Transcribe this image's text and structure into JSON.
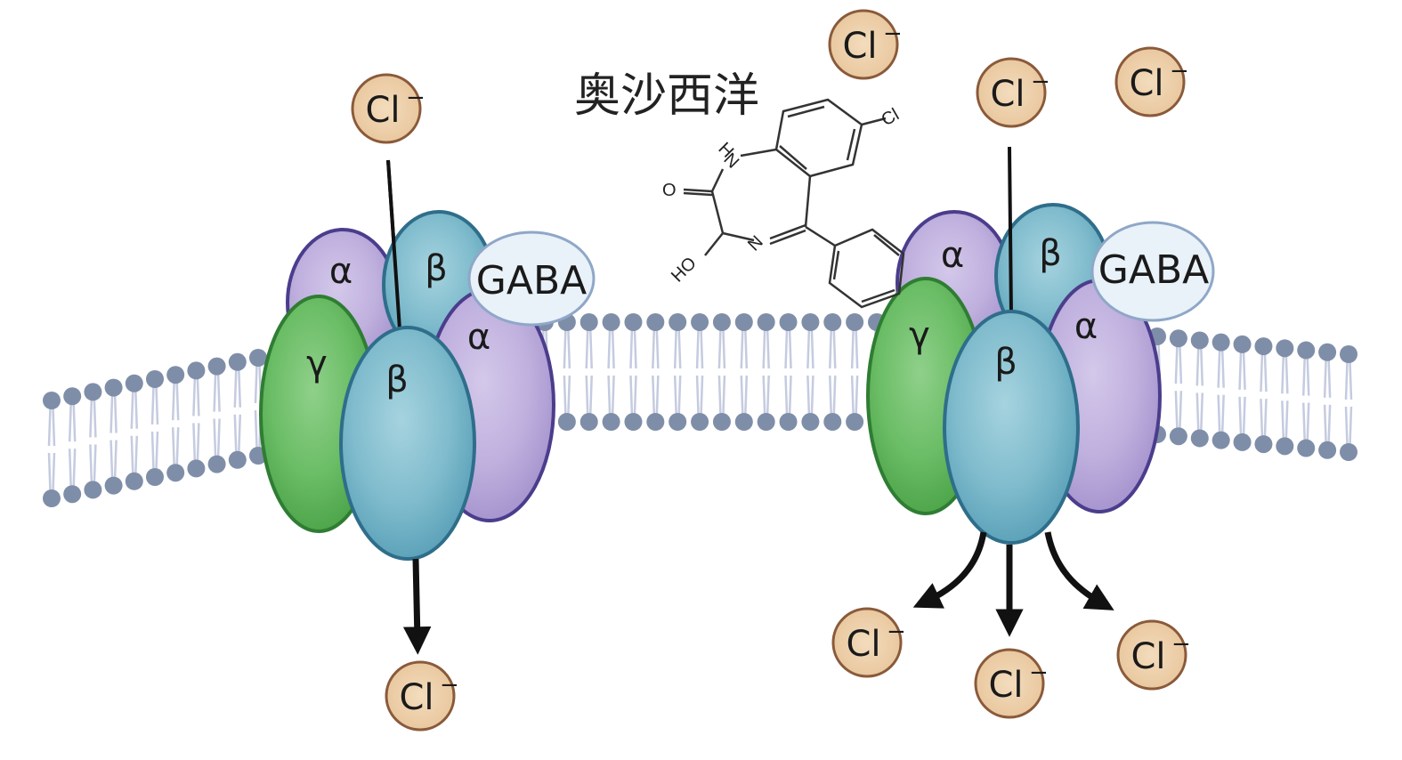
{
  "drug": {
    "name": "奥沙西洋",
    "atoms": {
      "h": "H",
      "n1": "N",
      "o": "O",
      "n2": "N",
      "ho": "HO",
      "cl": "Cl"
    }
  },
  "ion_label": "Cl",
  "ion_charge": "−",
  "receptor_left": {
    "subunits": {
      "alpha_top": "α",
      "beta_top": "β",
      "gamma": "γ",
      "beta_front": "β",
      "alpha_right": "α"
    },
    "ligand": "GABA",
    "state": "GABA only — single Cl⁻ flow"
  },
  "receptor_right": {
    "subunits": {
      "alpha_top": "α",
      "beta_top": "β",
      "gamma": "γ",
      "beta_front": "β",
      "alpha_right": "α"
    },
    "ligand": "GABA",
    "state": "GABA + 奥沙西洋 — enhanced Cl⁻ flow"
  },
  "colors": {
    "alpha": "#b9a7d8",
    "alpha_border": "#4b3d8c",
    "beta": "#6fb0c4",
    "beta_border": "#2f6e8a",
    "gamma": "#5db25a",
    "gamma_border": "#2f7d33",
    "gaba": "#e9f1f9",
    "ion_fill": "#eecfa8",
    "ion_border": "#8a5a3a",
    "lipid": "#7f8ea8",
    "tail": "#c5cbe0"
  }
}
